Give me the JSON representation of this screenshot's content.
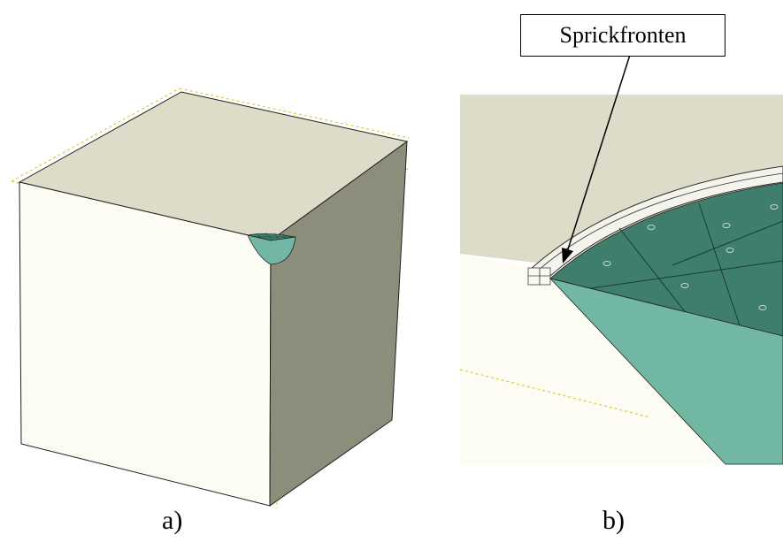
{
  "figure": {
    "panel_a": {
      "caption": "a)"
    },
    "panel_b": {
      "caption": "b)",
      "callout_label": "Sprickfronten"
    }
  },
  "colors": {
    "cube_top": "#dcdcc9",
    "cube_front": "#fcfcf4",
    "cube_side": "#8d8d7b",
    "crack_top": "#3f7e6d",
    "crack_face": "#72b7a3",
    "guide_line": "#d8cf3a",
    "edge": "#202020"
  }
}
